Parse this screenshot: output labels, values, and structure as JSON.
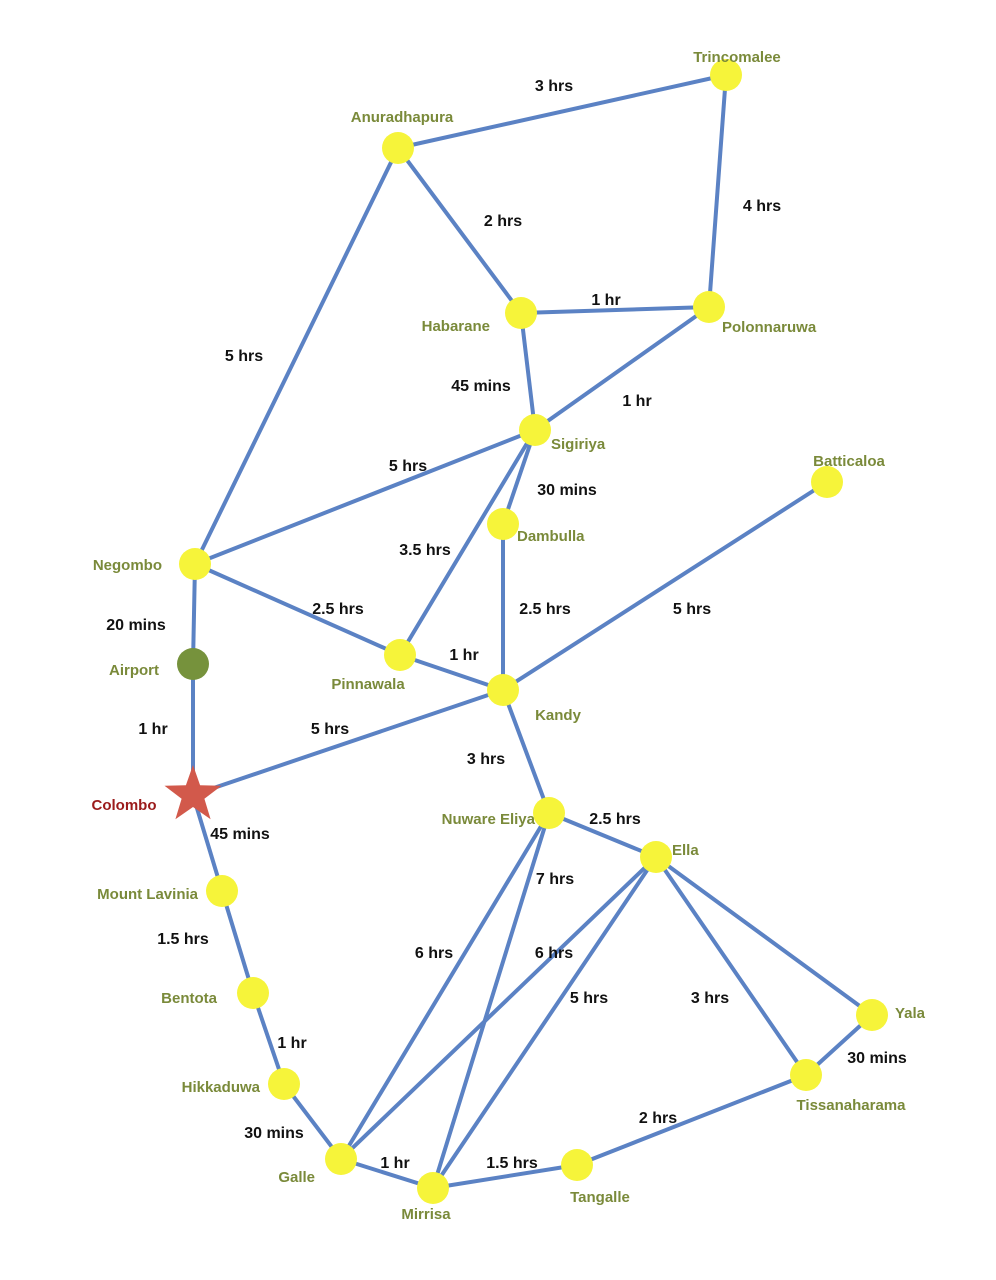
{
  "colors": {
    "edge": "#5b82c4",
    "node": "#f6f43a",
    "airport": "#76923c",
    "colombo_star": "#d2594b",
    "place_text": "#7a8a3a",
    "colombo_text": "#9b1b1b"
  },
  "nodes": [
    {
      "id": "trincomalee",
      "name": "Trincomalee",
      "shape": "circle"
    },
    {
      "id": "anuradhapura",
      "name": "Anuradhapura",
      "shape": "circle"
    },
    {
      "id": "habarane",
      "name": "Habarane",
      "shape": "circle"
    },
    {
      "id": "polonnaruwa",
      "name": "Polonnaruwa",
      "shape": "circle"
    },
    {
      "id": "sigiriya",
      "name": "Sigiriya",
      "shape": "circle"
    },
    {
      "id": "batticaloa",
      "name": "Batticaloa",
      "shape": "circle"
    },
    {
      "id": "dambulla",
      "name": "Dambulla",
      "shape": "circle"
    },
    {
      "id": "negombo",
      "name": "Negombo",
      "shape": "circle"
    },
    {
      "id": "airport",
      "name": "Airport",
      "shape": "airport"
    },
    {
      "id": "pinnawala",
      "name": "Pinnawala",
      "shape": "circle"
    },
    {
      "id": "kandy",
      "name": "Kandy",
      "shape": "circle"
    },
    {
      "id": "colombo",
      "name": "Colombo",
      "shape": "star"
    },
    {
      "id": "nuwara",
      "name": "Nuware Eliya",
      "shape": "circle"
    },
    {
      "id": "ella",
      "name": "Ella",
      "shape": "circle"
    },
    {
      "id": "mountlavinia",
      "name": "Mount Lavinia",
      "shape": "circle"
    },
    {
      "id": "bentota",
      "name": "Bentota",
      "shape": "circle"
    },
    {
      "id": "yala",
      "name": "Yala",
      "shape": "circle"
    },
    {
      "id": "hikkaduwa",
      "name": "Hikkaduwa",
      "shape": "circle"
    },
    {
      "id": "tissa",
      "name": "Tissanaharama",
      "shape": "circle"
    },
    {
      "id": "galle",
      "name": "Galle",
      "shape": "circle"
    },
    {
      "id": "tangalle",
      "name": "Tangalle",
      "shape": "circle"
    },
    {
      "id": "mirrisa",
      "name": "Mirrisa",
      "shape": "circle"
    }
  ],
  "edges": [
    {
      "from": "anuradhapura",
      "to": "trincomalee",
      "time": "3 hrs"
    },
    {
      "from": "trincomalee",
      "to": "polonnaruwa",
      "time": "4 hrs"
    },
    {
      "from": "anuradhapura",
      "to": "habarane",
      "time": "2 hrs"
    },
    {
      "from": "habarane",
      "to": "polonnaruwa",
      "time": "1 hr"
    },
    {
      "from": "anuradhapura",
      "to": "negombo",
      "time": "5 hrs"
    },
    {
      "from": "habarane",
      "to": "sigiriya",
      "time": "45 mins"
    },
    {
      "from": "sigiriya",
      "to": "polonnaruwa",
      "time": "1 hr"
    },
    {
      "from": "sigiriya",
      "to": "negombo",
      "time": "5 hrs"
    },
    {
      "from": "sigiriya",
      "to": "dambulla",
      "time": "30 mins"
    },
    {
      "from": "sigiriya",
      "to": "pinnawala",
      "time": "3.5 hrs"
    },
    {
      "from": "dambulla",
      "to": "kandy",
      "time": "2.5 hrs"
    },
    {
      "from": "negombo",
      "to": "pinnawala",
      "time": "2.5 hrs"
    },
    {
      "from": "pinnawala",
      "to": "kandy",
      "time": "1 hr"
    },
    {
      "from": "kandy",
      "to": "batticaloa",
      "time": "5 hrs"
    },
    {
      "from": "negombo",
      "to": "airport",
      "time": "20 mins"
    },
    {
      "from": "airport",
      "to": "colombo",
      "time": "1 hr"
    },
    {
      "from": "colombo",
      "to": "kandy",
      "time": "5 hrs"
    },
    {
      "from": "kandy",
      "to": "nuwara",
      "time": "3 hrs"
    },
    {
      "from": "colombo",
      "to": "mountlavinia",
      "time": "45 mins"
    },
    {
      "from": "nuwara",
      "to": "ella",
      "time": "2.5 hrs"
    },
    {
      "from": "nuwara",
      "to": "mirrisa",
      "time": "7 hrs"
    },
    {
      "from": "nuwara",
      "to": "galle",
      "time": "6 hrs"
    },
    {
      "from": "ella",
      "to": "galle",
      "time": "6 hrs"
    },
    {
      "from": "ella",
      "to": "mirrisa",
      "time": "5 hrs"
    },
    {
      "from": "ella",
      "to": "tissa",
      "time": "3 hrs"
    },
    {
      "from": "ella",
      "to": "yala",
      "time": ""
    },
    {
      "from": "yala",
      "to": "tissa",
      "time": "30 mins"
    },
    {
      "from": "mountlavinia",
      "to": "bentota",
      "time": "1.5 hrs"
    },
    {
      "from": "bentota",
      "to": "hikkaduwa",
      "time": "1 hr"
    },
    {
      "from": "hikkaduwa",
      "to": "galle",
      "time": "30 mins"
    },
    {
      "from": "galle",
      "to": "mirrisa",
      "time": "1 hr"
    },
    {
      "from": "mirrisa",
      "to": "tangalle",
      "time": "1.5 hrs"
    },
    {
      "from": "tangalle",
      "to": "tissa",
      "time": "2 hrs"
    }
  ]
}
